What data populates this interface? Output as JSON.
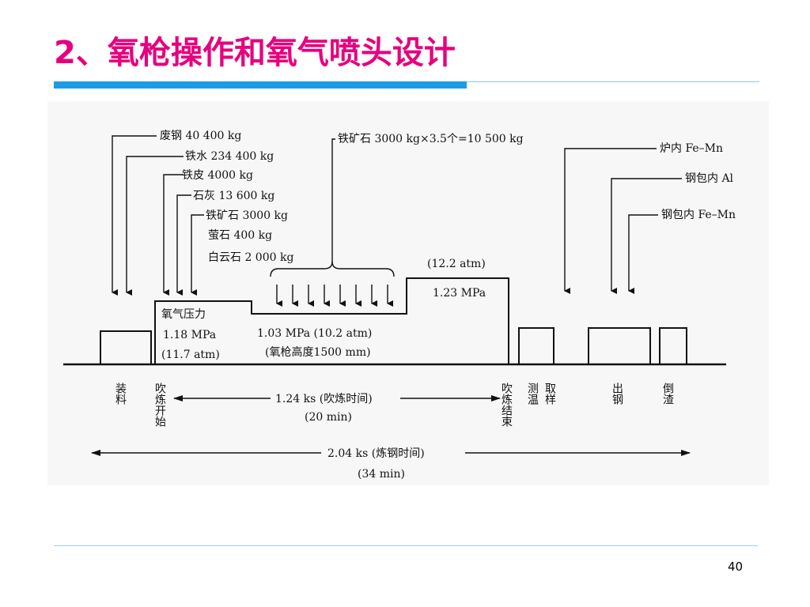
{
  "title": "2、氧枪操作和氧气喷头设计",
  "page_number": "40",
  "diagram": {
    "charge_labels": {
      "scrap": "废钢 40 400 kg",
      "hot_metal": "铁水 234 400 kg",
      "iron_skin": "铁皮 4000 kg",
      "lime": "石灰 13 600 kg",
      "iron_ore": "铁矿石 3000 kg",
      "fluorite": "萤石 400 kg",
      "dolomite": "白云石 2 000 kg",
      "ore_batches": "铁矿石 3000 kg×3.5个=10 500 kg"
    },
    "additions": {
      "furnace_femn": "炉内 Fe–Mn",
      "ladle_al": "钢包内 Al",
      "ladle_femn": "钢包内 Fe–Mn"
    },
    "pressure_stages": {
      "stage1_label": "氧气压力",
      "stage1_mpa": "1.18 MPa",
      "stage1_atm": "(11.7 atm)",
      "stage2_mpa_atm": "1.03 MPa (10.2 atm)",
      "stage2_lance": "(氧枪高度1500 mm)",
      "stage3_atm": "(12.2 atm)",
      "stage3_mpa": "1.23 MPa"
    },
    "events": {
      "charging": "装料",
      "blow_start": "吹炼开始",
      "blow_end": "吹炼结束",
      "temp_measure": "测温",
      "sampling": "取样",
      "tapping": "出钢",
      "deslagging": "倒渣"
    },
    "durations": {
      "blow_time": "1.24 ks (吹炼时间)",
      "blow_min": "(20 min)",
      "total_time": "2.04 ks (炼钢时间)",
      "total_min": "(34 min)"
    }
  }
}
